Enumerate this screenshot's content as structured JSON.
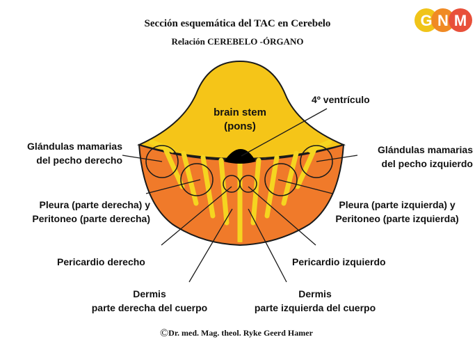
{
  "title": "Sección esquemática del TAC en Cerebelo",
  "subtitle": "Relación CEREBELO -ÓRGANO",
  "logo": {
    "letters": [
      "G",
      "N",
      "M"
    ],
    "colors": [
      "#f0c419",
      "#f08a24",
      "#e8503a"
    ]
  },
  "organ": {
    "brain_stem_line1": "brain stem",
    "brain_stem_line2": "(pons)"
  },
  "labels": {
    "ventriculo": "4º ventrículo",
    "glandulas_der_1": "Glándulas mamarias",
    "glandulas_der_2": "del pecho derecho",
    "glandulas_izq_1": "Glándulas mamarias",
    "glandulas_izq_2": "del pecho izquierdo",
    "pleura_der_1": "Pleura (parte derecha) y",
    "pleura_der_2": "Peritoneo (parte derecha)",
    "pleura_izq_1": "Pleura (parte izquierda) y",
    "pleura_izq_2": "Peritoneo (parte izquierda)",
    "pericardio_der": "Pericardio derecho",
    "pericardio_izq": "Pericardio izquierdo",
    "dermis_der_1": "Dermis",
    "dermis_der_2": "parte derecha del cuerpo",
    "dermis_izq_1": "Dermis",
    "dermis_izq_2": "parte izquierda del cuerpo"
  },
  "credit": "Dr. med. Mag. theol. Ryke Geerd Hamer",
  "colors": {
    "brain_stem": "#f5c518",
    "cerebellum": "#f07a2a",
    "stripes": "#f5d520",
    "ventricle": "#000000"
  }
}
